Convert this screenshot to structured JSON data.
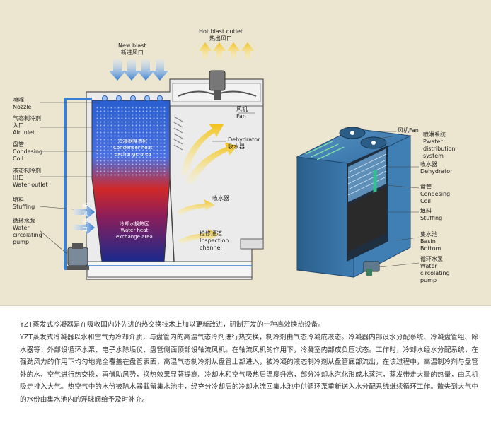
{
  "labels": {
    "new_air_en": "New  blast",
    "new_air_cn": "新进风口",
    "hot_outlet_en": "Hot blast outlet",
    "hot_outlet_cn": "热出风口",
    "nozzle_cn": "喷嘴",
    "nozzle_en": "Nozzle",
    "air_inlet_cn1": "气态制冷剂",
    "air_inlet_cn2": "入口",
    "air_inlet_en": "Air inlet",
    "coil_cn": "盘管",
    "coil_en1": "Condesing",
    "coil_en2": "Coil",
    "water_outlet_cn1": "液态制冷剂",
    "water_outlet_cn2": "出口",
    "water_outlet_en": "Water outlet",
    "stuffing_cn": "填料",
    "stuffing_en": "Stuffing",
    "pump_cn": "循环水泵",
    "pump_en1": "Water",
    "pump_en2": "circolating",
    "pump_en3": "pump",
    "fan_cn": "风机",
    "fan_en": "Fan",
    "dehydrator_en": "Dehydrator",
    "dehydrator_cn": "收水器",
    "dehydrator2_cn": "收水器",
    "inspection_cn": "检修通道",
    "inspection_en1": "Inspection",
    "inspection_en2": "channel",
    "side_inlet_1": "新",
    "side_inlet_2": "风",
    "side_inlet_3": "进",
    "side_inlet_4": "口",
    "coil_zone_cn": "冷凝器换热区",
    "coil_zone_en1": "Condenser heat",
    "coil_zone_en2": "exchange area",
    "water_zone_cn": "冷却水换热区",
    "water_zone_en1": "Water heat",
    "water_zone_en2": "exchange area"
  },
  "labels_3d": {
    "fan": "风机Fan",
    "distribution_cn": "喷淋系统",
    "distribution_en1": "Pwater",
    "distribution_en2": "distribution",
    "distribution_en3": "system",
    "dehydrator_cn": "收水器",
    "dehydrator_en": "Dehydrator",
    "coil_cn": "盘管",
    "coil_en1": "Condesing",
    "coil_en2": "Coil",
    "stuffing_cn": "填料",
    "stuffing_en": "Stuffing",
    "basin_cn": "集水池",
    "basin_en1": "Basin",
    "basin_en2": "Bottom",
    "pump_cn": "循环水泵",
    "pump_en1": "Water",
    "pump_en2": "circolating",
    "pump_en3": "pump"
  },
  "description": {
    "line1": "YZT蒸发式冷凝器是在吸收国内外先进的热交换技术上加以更新改进，研制开发的一种高效换热设备。",
    "line2": "YZT蒸发式冷凝器以水和空气为冷却介质，与盘管内的高温气态冷剂进行热交换，制冷剂由气态冷凝成液态。冷凝器内部设水分配系统、冷凝盘管组、除水器等；外部设循环水泵、电子水除垢仪、盘管侧面顶部设轴流风机。在轴流风机的作用下，冷凝室内部成负压状态。工作时，冷却水经水分配系统，在强劲风力的作用下均匀地完全覆盖在盘管表面，高温气态制冷剂从盘管上部进入，被冷凝的液态制冷剂从盘管底部流出，在该过程中，高温制冷剂与盘管外的水、空气进行热交换，再借助风势，换热效果显著提高。冷却水和空气吸热后温度升高，部分冷却水汽化形成水蒸汽，蒸发带走大量的热量，由风机吸走排入大气。热空气中的水份被除水器截留集水池中，经充分冷却后的冷却水流回集水池中供循环泵重新送入水分配系统继续循环工作。散失到大气中的水份由集水池内的浮球阀给予及时补充。"
  },
  "colors": {
    "background": "#ece5cf",
    "casing": "#e8e8e8",
    "pipe_blue": "#3a7fd0",
    "hot_red": "#c81e1e",
    "cold_blue": "#1e3a9e",
    "arrow_yellow": "#f2c21a",
    "unit_blue": "#2f6ea3"
  }
}
